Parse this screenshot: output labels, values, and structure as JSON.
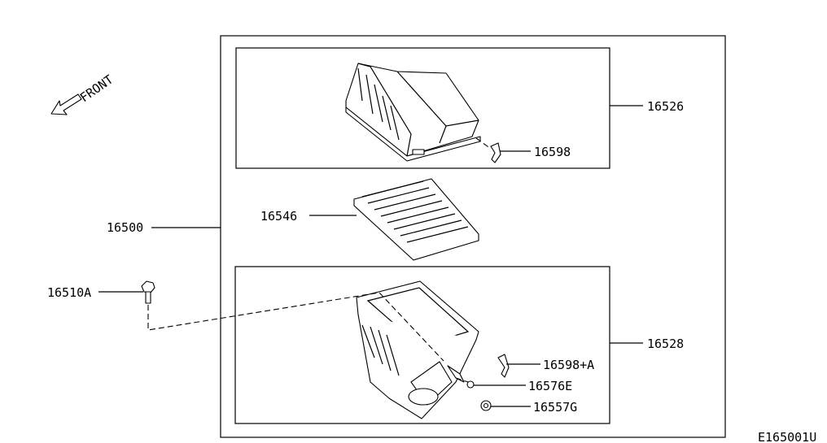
{
  "front_label": "FRONT",
  "diagram_code": "E165001U",
  "parts": {
    "air_cleaner_assembly": "16500",
    "upper_body": "16526",
    "clip_upper": "16598",
    "filter_element": "16546",
    "bolt": "16510A",
    "lower_body": "16528",
    "clip_lower": "16598+A",
    "grommet": "16576E",
    "nut": "16557G"
  }
}
